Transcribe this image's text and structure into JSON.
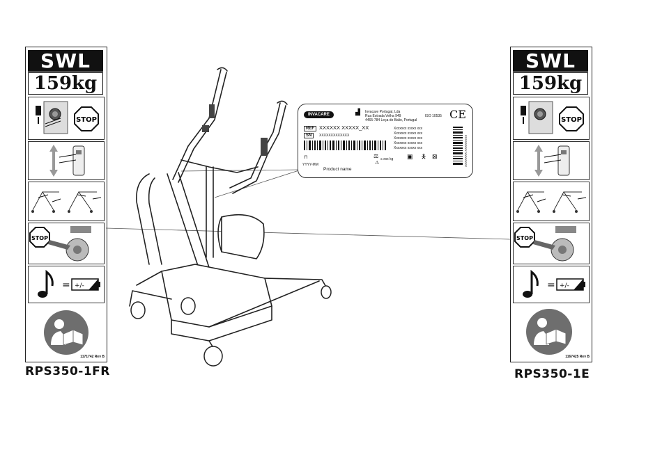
{
  "left_panel": {
    "swl": "SWL",
    "capacity": "159kg",
    "stop_label": "STOP",
    "stop_label_brake": "STOP",
    "battery_equals": "=",
    "battery_symbol": "+/-",
    "rev_code": "1171742 Rev B",
    "model": "RPS350-1FR"
  },
  "right_panel": {
    "swl": "SWL",
    "capacity": "159kg",
    "stop_label": "STOP",
    "stop_label_brake": "STOP",
    "battery_equals": "=",
    "battery_symbol": "+/-",
    "rev_code": "1167425 Rev B",
    "model": "RPS350-1E"
  },
  "product_label": {
    "brand": "INVACARE",
    "manufacturer_lines": [
      "Invacare Portugal, Lda",
      "Rua Estrada Velha 949",
      "4465-784 Leça do Balio, Portugal"
    ],
    "iso": "ISO 10535",
    "ce": "CE",
    "ref_tag": "REF",
    "ref_value": "XXXXXX XXXXX_XX",
    "sn_tag": "SN",
    "sn_value": "XXXXXXXXXXXXX",
    "spec_lines": [
      "Xxxxxxx xxxxx xxx",
      "Xxxxxxx xxxxx xxx",
      "Xxxxxxx xxxxx xxx",
      "Xxxxxxx xxxxx xxx",
      "Xxxxxxx xxxxx xxx"
    ],
    "date": "YYYY-MM",
    "product_name": "Product name",
    "weight": "≤ xxx kg",
    "side_code": "XXXXXXX XXXXXXXX"
  },
  "colors": {
    "ink": "#111111",
    "icon_gray": "#6e6e6e",
    "light_gray": "#bdbdbd"
  }
}
